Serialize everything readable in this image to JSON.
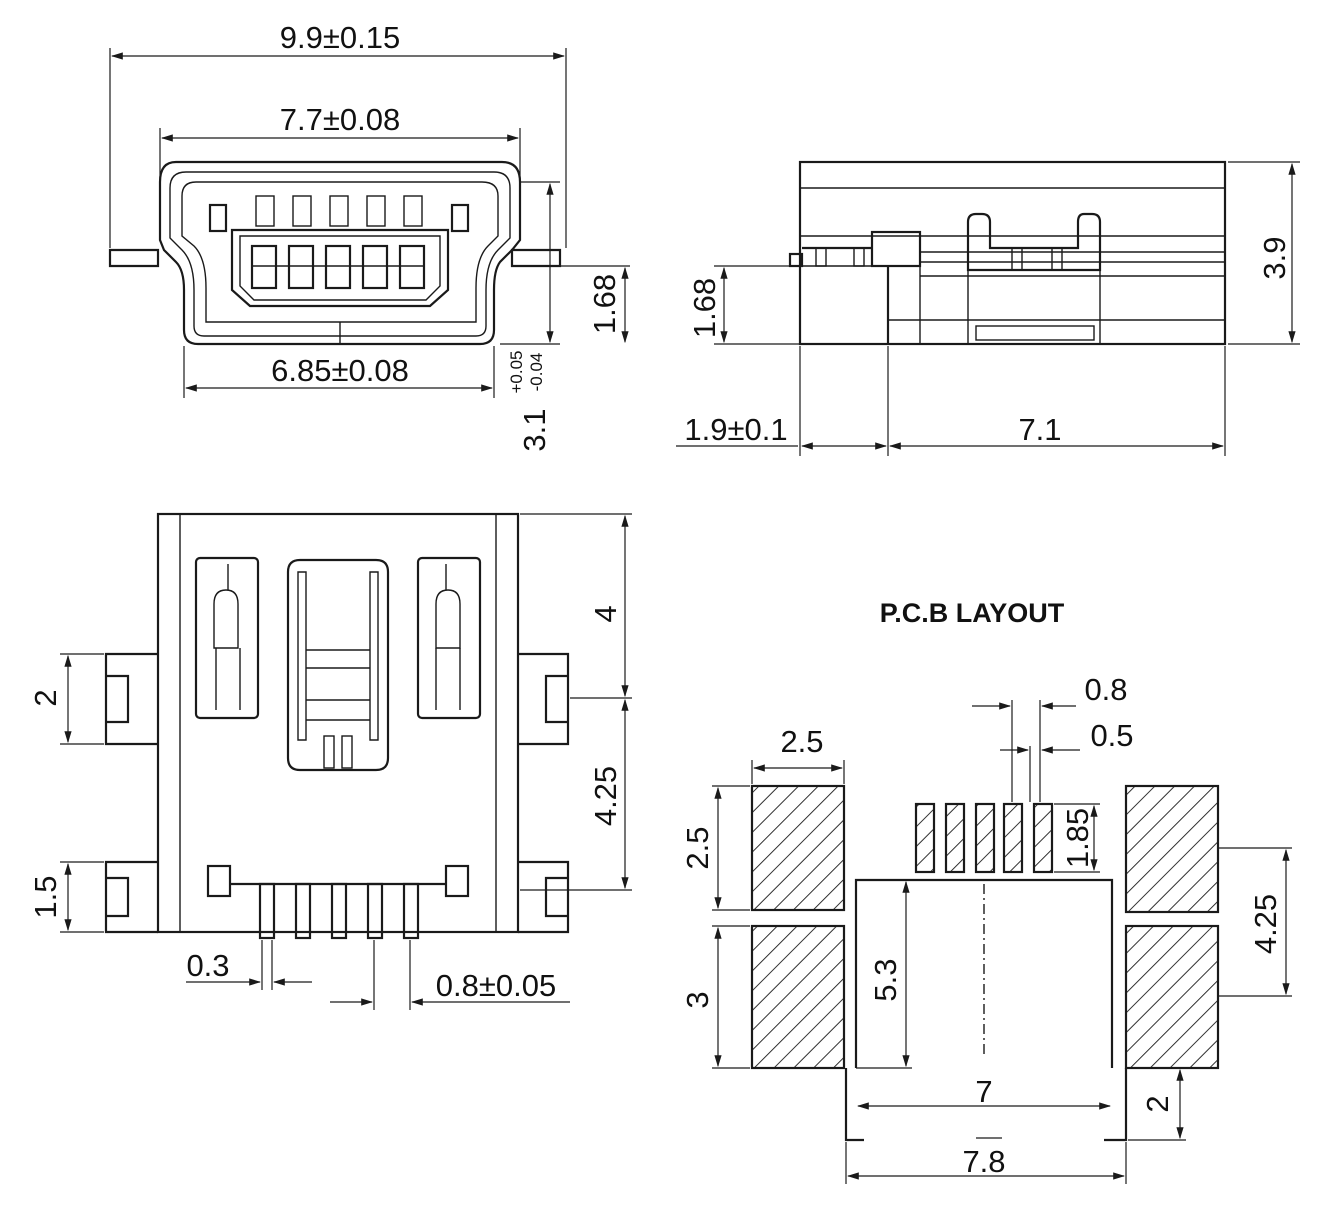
{
  "front_view": {
    "dim_width_total": "9.9±0.15",
    "dim_width_shell": "7.7±0.08",
    "dim_width_bottom": "6.85±0.08",
    "dim_height_shell": "1.68",
    "dim_height_tol_base": "3.1",
    "dim_height_tol_plus": "+0.05",
    "dim_height_tol_minus": "-0.04"
  },
  "side_view": {
    "dim_height": "3.9",
    "dim_lower_height": "1.68",
    "dim_offset": "1.9±0.1",
    "dim_length": "7.1"
  },
  "top_view": {
    "dim_upper": "4",
    "dim_lower": "4.25",
    "dim_tab_upper": "2",
    "dim_tab_lower": "1.5",
    "dim_pin_width": "0.3",
    "dim_pin_pitch": "0.8±0.05"
  },
  "pcb_layout": {
    "title": "P.C.B LAYOUT",
    "dim_pitch": "0.8",
    "dim_pad_width": "0.5",
    "dim_big_pad_width": "2.5",
    "dim_big_pad_height": "2.5",
    "dim_small_pad_height": "1.85",
    "dim_lower_pad_height": "3",
    "dim_body_height": "5.3",
    "dim_right_spacing": "4.25",
    "dim_body_width": "7",
    "dim_outer_width": "7.8",
    "dim_bottom": "2"
  }
}
